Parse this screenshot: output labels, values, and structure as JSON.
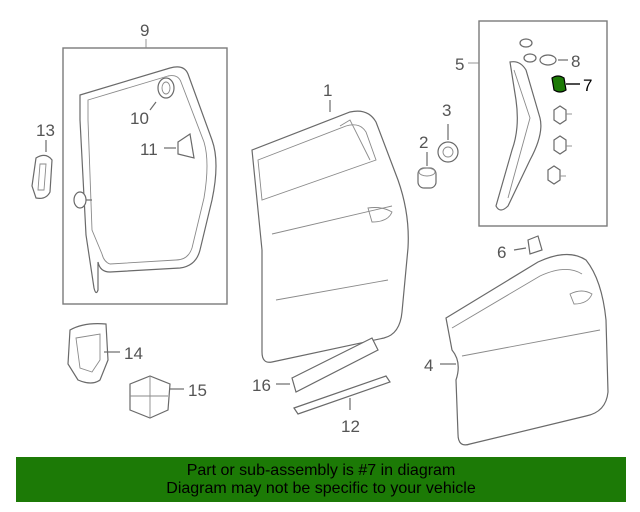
{
  "callouts": {
    "c1": "1",
    "c2": "2",
    "c3": "3",
    "c4": "4",
    "c5": "5",
    "c6": "6",
    "c7": "7",
    "c8": "8",
    "c9": "9",
    "c10": "10",
    "c11": "11",
    "c12": "12",
    "c13": "13",
    "c14": "14",
    "c15": "15",
    "c16": "16"
  },
  "highlight": {
    "part_number": "7",
    "color": "#1c7a06"
  },
  "banner": {
    "line1": "Part or sub-assembly is #7 in diagram",
    "line2": "Diagram may not be specific to your vehicle",
    "background": "#1c7a06"
  }
}
